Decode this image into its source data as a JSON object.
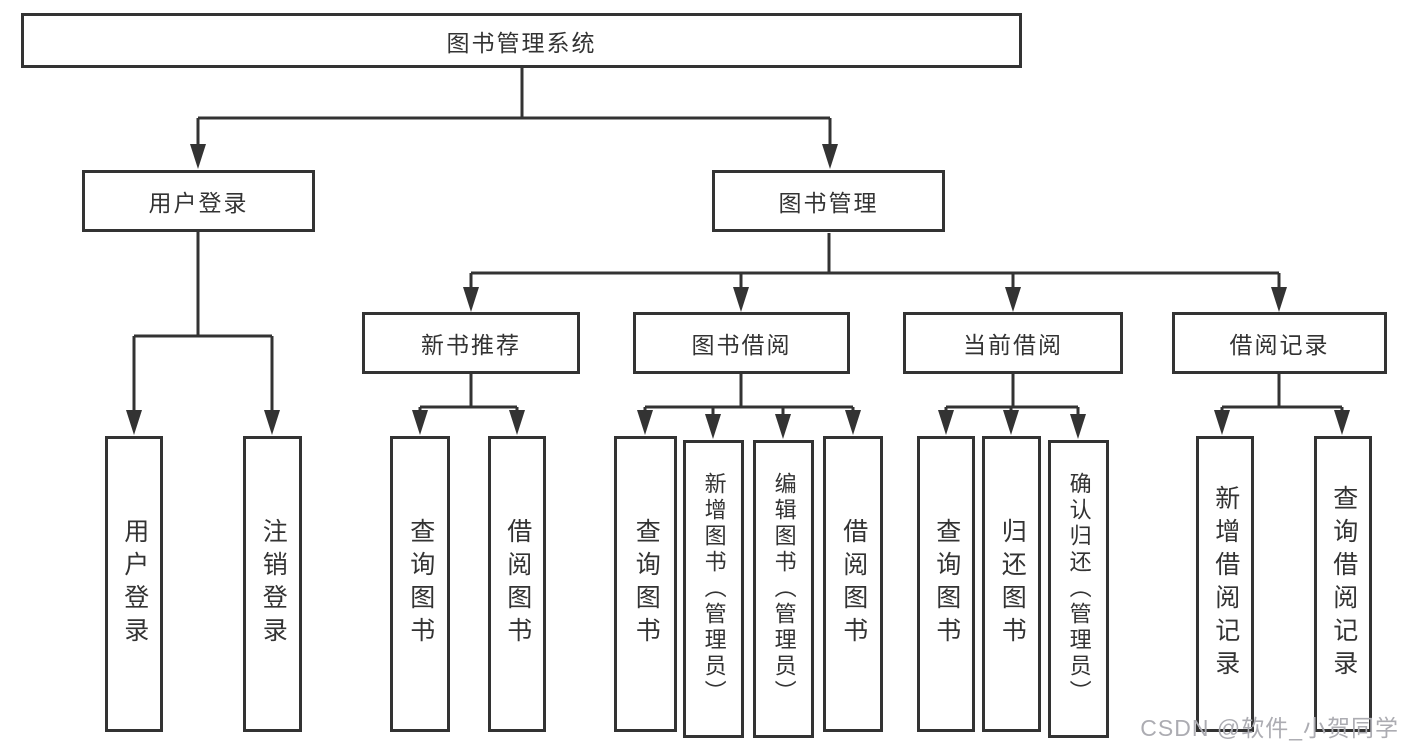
{
  "diagram": {
    "root": "图书管理系统",
    "branches": [
      {
        "label": "用户登录",
        "children": [
          "用户登录",
          "注销登录"
        ]
      },
      {
        "label": "图书管理",
        "groups": [
          {
            "label": "新书推荐",
            "children": [
              "查询图书",
              "借阅图书"
            ]
          },
          {
            "label": "图书借阅",
            "children": [
              "查询图书",
              "新增图书（管理员）",
              "编辑图书（管理员）",
              "借阅图书"
            ]
          },
          {
            "label": "当前借阅",
            "children": [
              "查询图书",
              "归还图书",
              "确认归还（管理员）"
            ]
          },
          {
            "label": "借阅记录",
            "children": [
              "新增借阅记录",
              "查询借阅记录"
            ]
          }
        ]
      }
    ]
  },
  "watermark": "CSDN @软件_小贺同学",
  "colors": {
    "line": "#333333",
    "text": "#333333",
    "box_background": "#ffffff",
    "watermark": "#acacb2",
    "background": "#ffffff"
  }
}
